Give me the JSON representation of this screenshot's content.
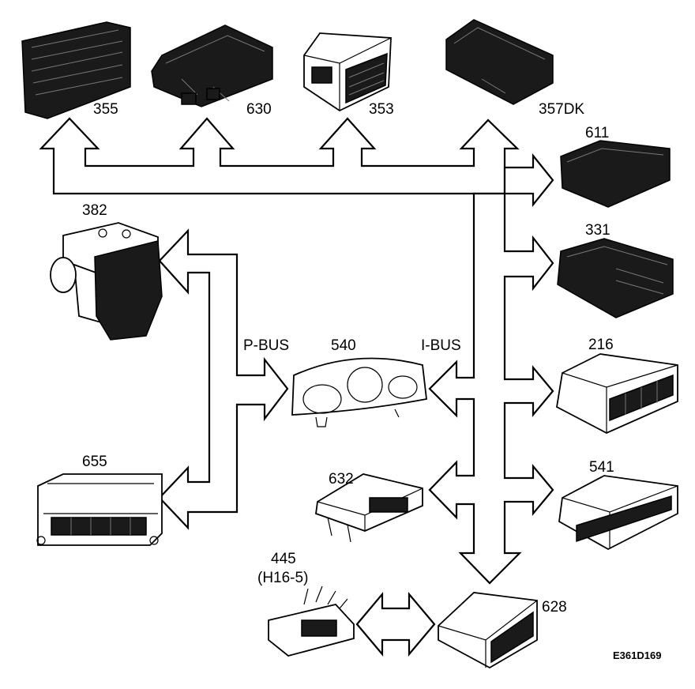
{
  "diagram": {
    "image_code": "E361D169",
    "bus_labels": {
      "p_bus": "P-BUS",
      "i_bus": "I-BUS"
    },
    "modules": [
      {
        "id": "m355",
        "label": "355"
      },
      {
        "id": "m630",
        "label": "630"
      },
      {
        "id": "m353",
        "label": "353"
      },
      {
        "id": "m357dk",
        "label": "357DK"
      },
      {
        "id": "m611",
        "label": "611"
      },
      {
        "id": "m331",
        "label": "331"
      },
      {
        "id": "m382",
        "label": "382"
      },
      {
        "id": "m540",
        "label": "540"
      },
      {
        "id": "m216",
        "label": "216"
      },
      {
        "id": "m655",
        "label": "655"
      },
      {
        "id": "m632",
        "label": "632"
      },
      {
        "id": "m541",
        "label": "541"
      },
      {
        "id": "m445",
        "label": "445",
        "sublabel": "(H16-5)"
      },
      {
        "id": "m628",
        "label": "628"
      }
    ]
  }
}
